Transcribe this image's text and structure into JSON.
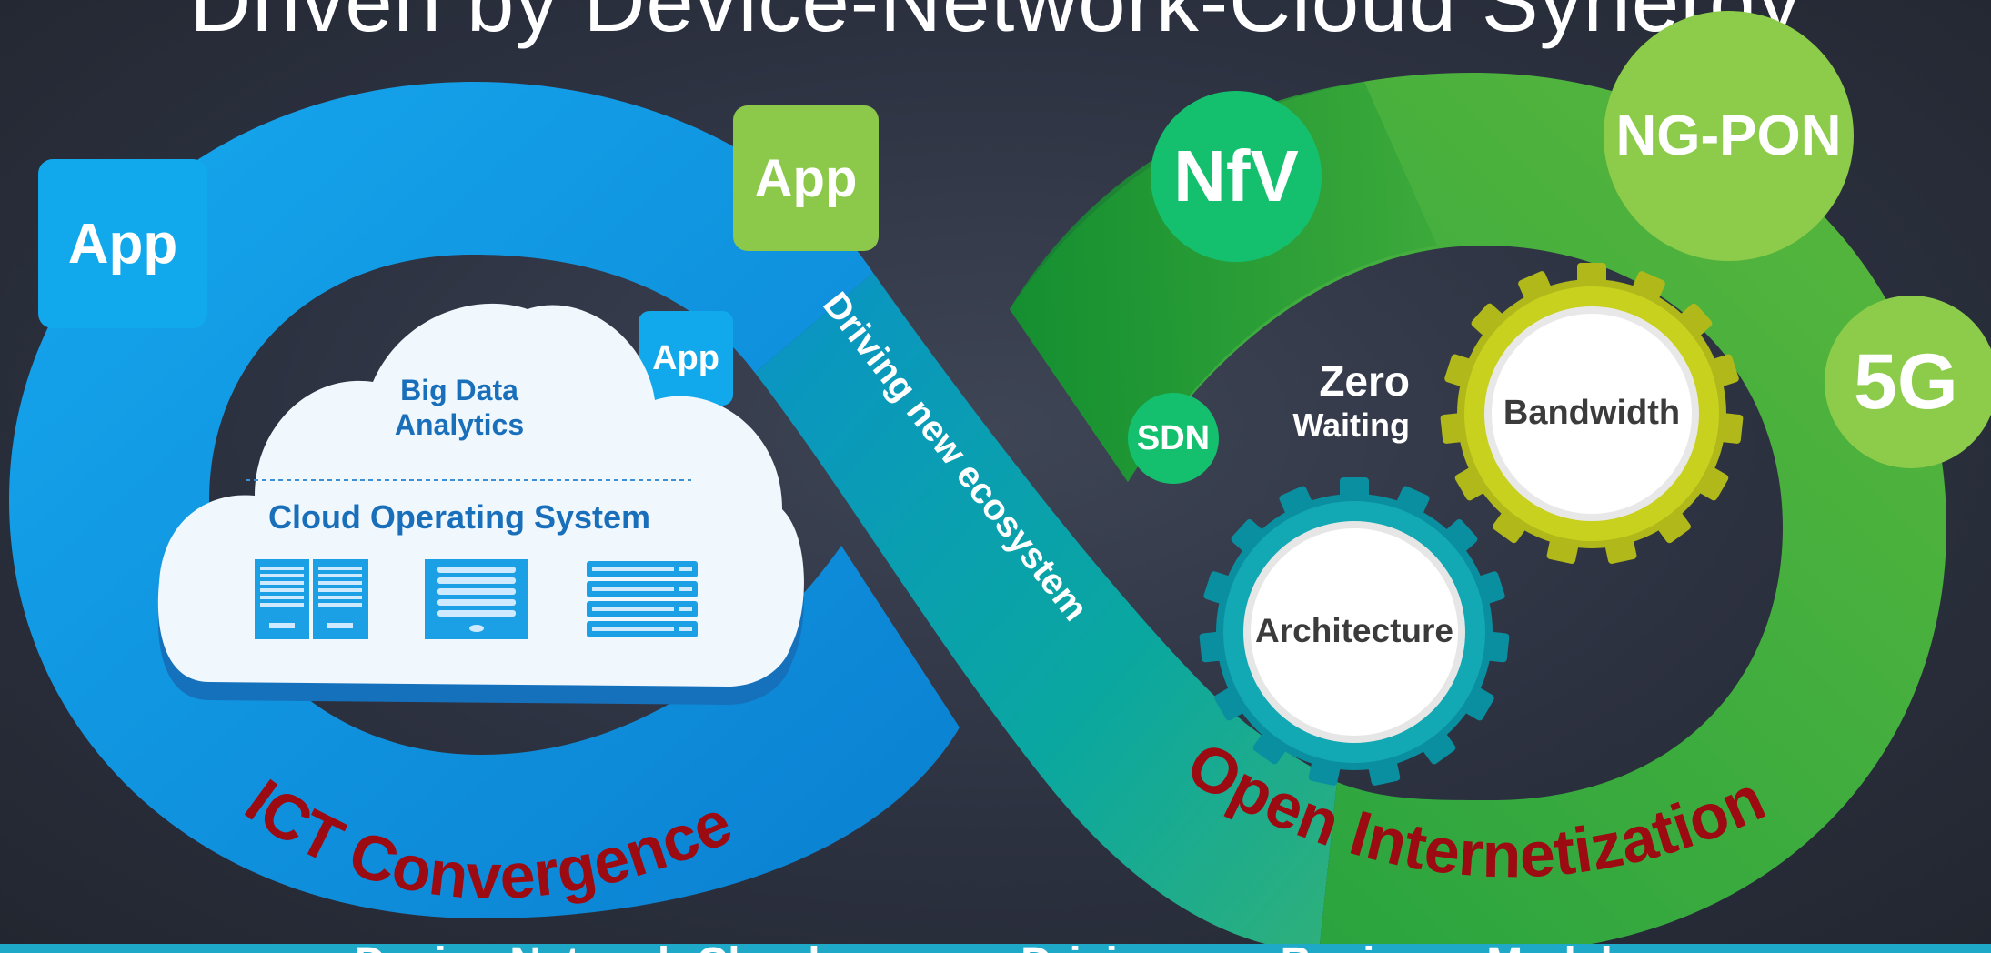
{
  "title": "Driven by Device-Network-Cloud Synergy",
  "bottom_text": "Device-Network-Cloud synergy, Driving new Business Models",
  "apps": {
    "app1": "App",
    "app2": "App",
    "app3": "App"
  },
  "cloud": {
    "big_data": "Big Data\nAnalytics",
    "cloud_os": "Cloud Operating System"
  },
  "driving": "Driving new ecosystem",
  "badges": {
    "nfv": "NfV",
    "ngpon": "NG-PON",
    "five_g": "5G",
    "sdn": "SDN"
  },
  "zero_waiting": {
    "zero": "Zero",
    "waiting": "Waiting"
  },
  "gears": {
    "bandwidth": "Bandwidth",
    "architecture": "Architecture"
  },
  "labels": {
    "ict": "ICT Convergence",
    "open": "Open Internetization"
  },
  "colors": {
    "blue": "#12a0e6",
    "teal": "#0aa5a5",
    "green": "#4fb53a",
    "light_green": "#8ccc4a",
    "red_label": "#9c0a12"
  }
}
